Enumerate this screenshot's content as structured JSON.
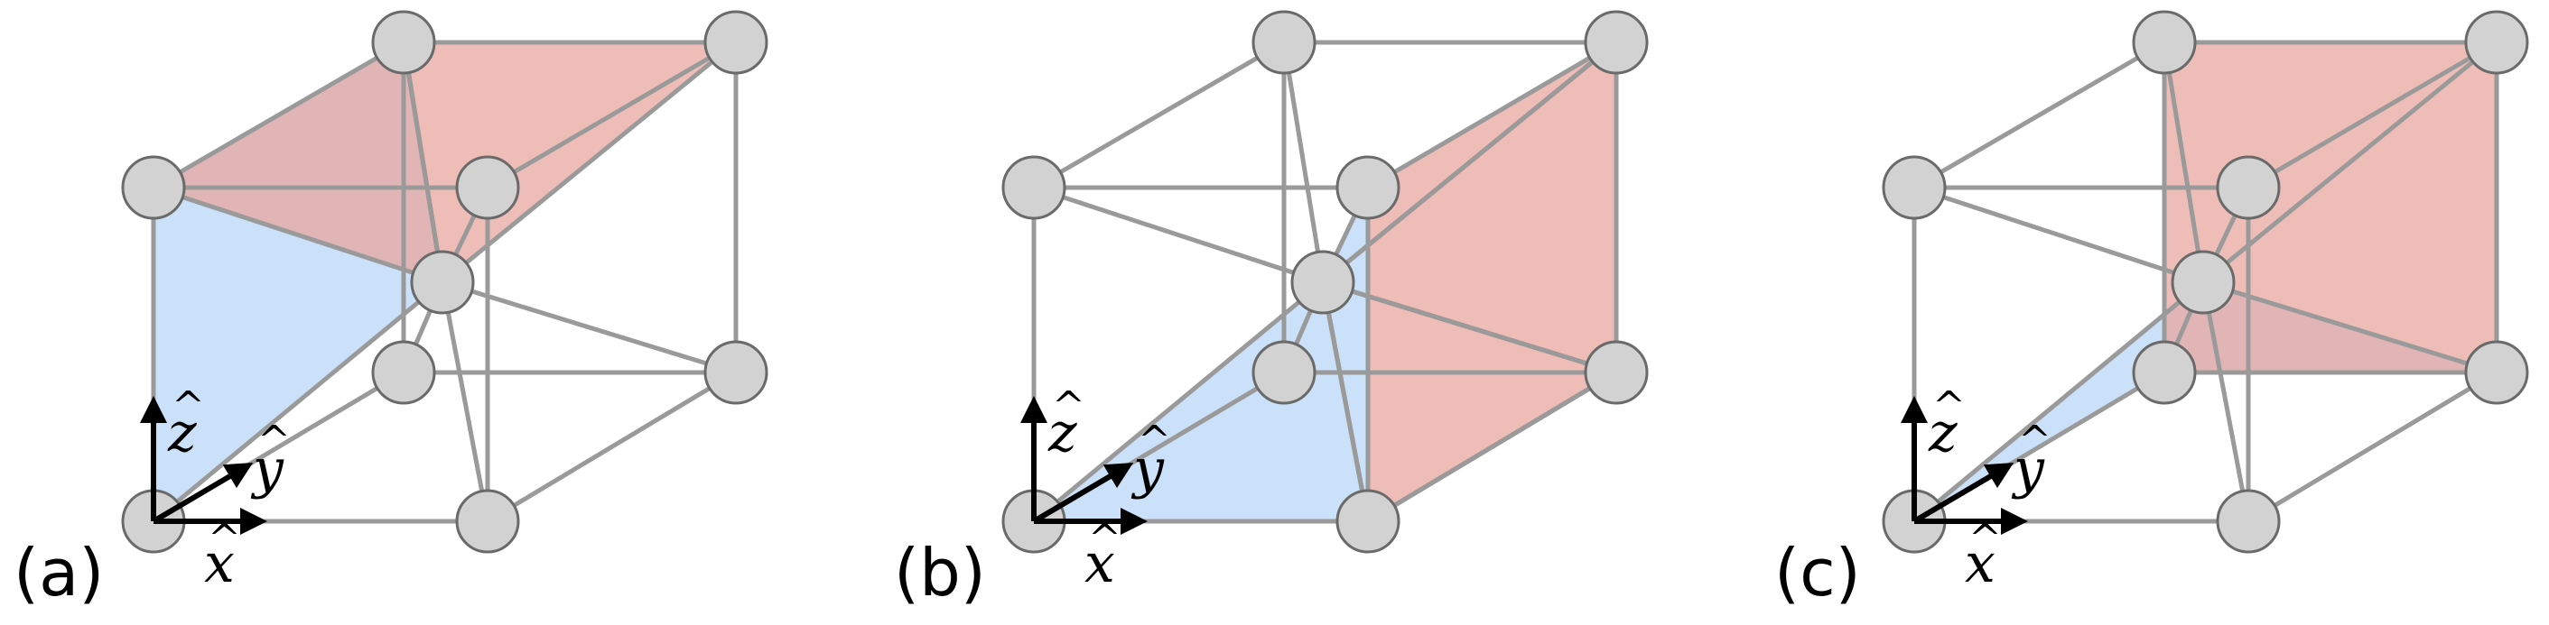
{
  "panels": [
    {
      "label": "(a)",
      "x_axis": "x",
      "y_axis": "y",
      "z_axis": "z"
    },
    {
      "label": "(b)",
      "x_axis": "x",
      "y_axis": "y",
      "z_axis": "z"
    },
    {
      "label": "(c)",
      "x_axis": "x",
      "y_axis": "y",
      "z_axis": "z"
    }
  ],
  "axis_hat_glyph": "^",
  "colors": {
    "atom_fill": "#d2d2d2",
    "atom_stroke": "#6a6a6a",
    "edge": "#9a9a9a",
    "blue_plane": "#b7d4f7",
    "red_plane": "#e9a49b",
    "axes": "#000000"
  }
}
